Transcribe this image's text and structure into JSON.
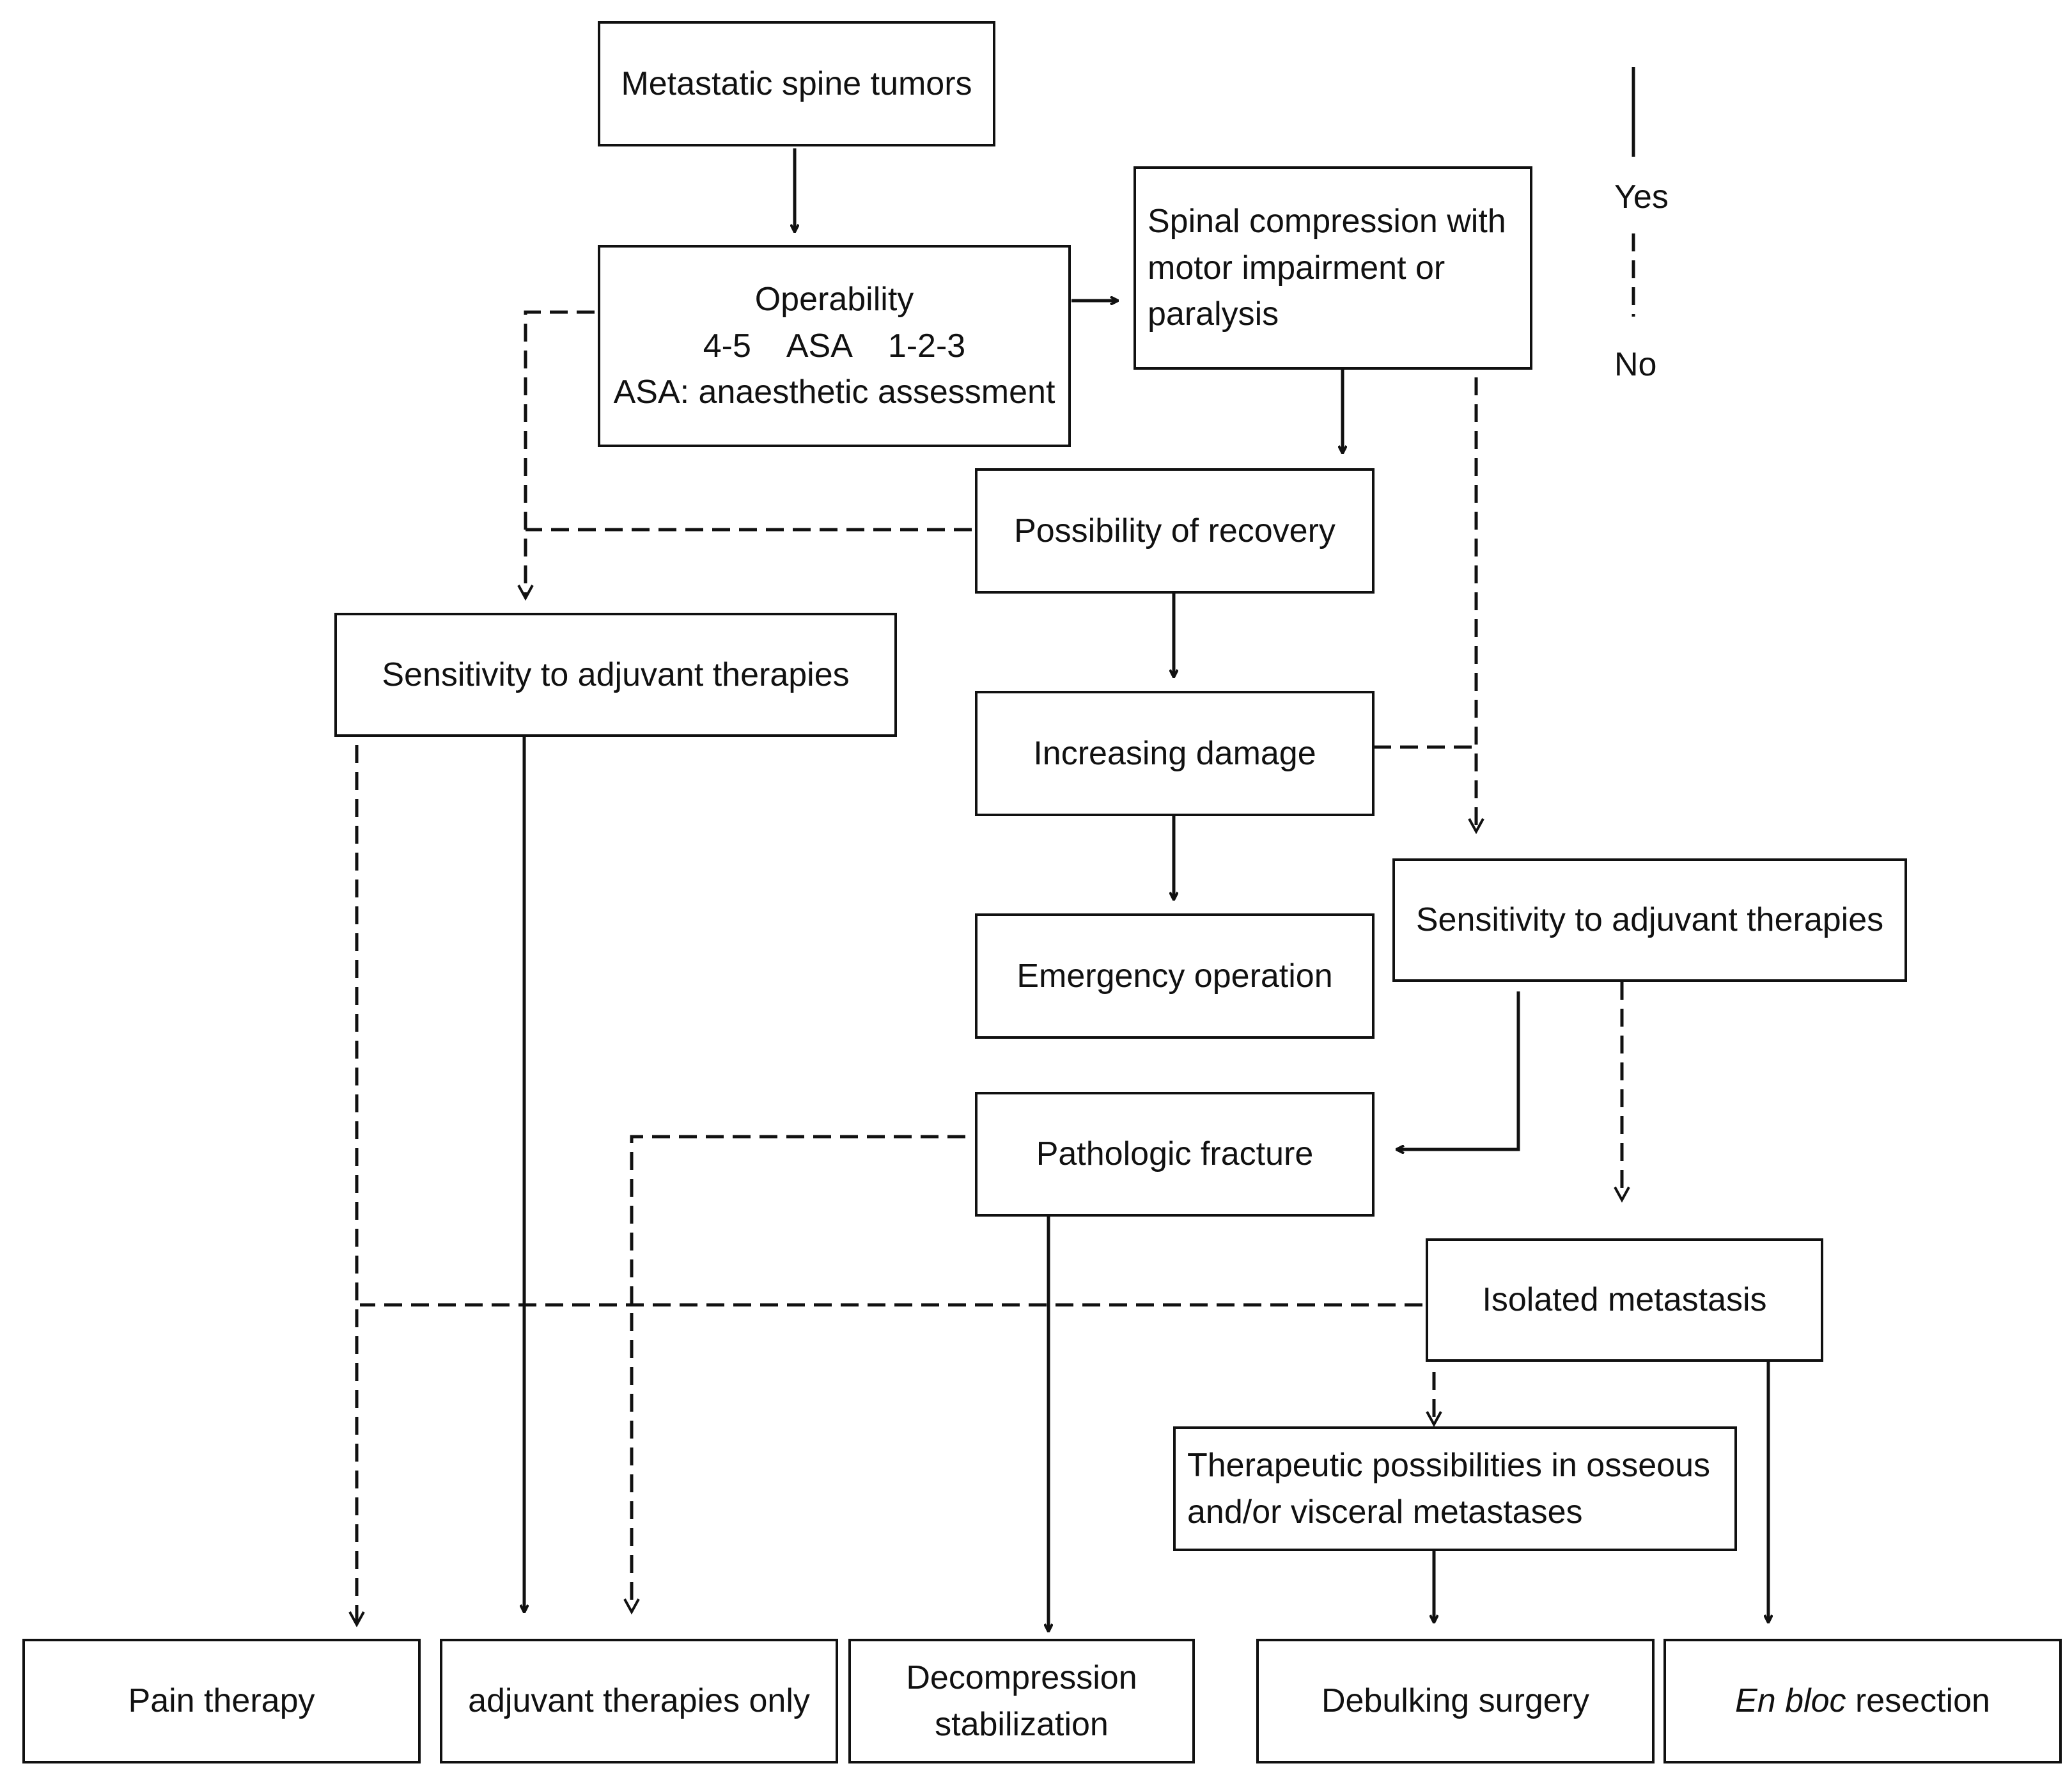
{
  "nodes": {
    "metastatic_spine_tumors": "Metastatic spine tumors",
    "operability": {
      "line1": "Operability",
      "line2": "4-5    ASA    1-2-3",
      "line3": "ASA: anaesthetic assessment"
    },
    "spinal_compression": {
      "line1": "Spinal compression with",
      "line2": "motor impairment or",
      "line3": "paralysis"
    },
    "possibility_of_recovery": "Possibility of recovery",
    "sensitivity_left": "Sensitivity to adjuvant therapies",
    "increasing_damage": "Increasing damage",
    "emergency_operation": "Emergency operation",
    "sensitivity_right": "Sensitivity to adjuvant therapies",
    "pathologic_fracture": "Pathologic fracture",
    "isolated_metastasis": "Isolated metastasis",
    "therapeutic_possibilities": {
      "line1": "Therapeutic possibilities in osseous",
      "line2": "and/or visceral metastases"
    },
    "pain_therapy": "Pain therapy",
    "adjuvant_only": "adjuvant therapies only",
    "decompression": {
      "line1": "Decompression",
      "line2": "stabilization"
    },
    "debulking": "Debulking surgery",
    "en_bloc": {
      "italic": "En bloc",
      "rest": " resection"
    }
  },
  "legend": {
    "yes": "Yes",
    "no": "No"
  }
}
